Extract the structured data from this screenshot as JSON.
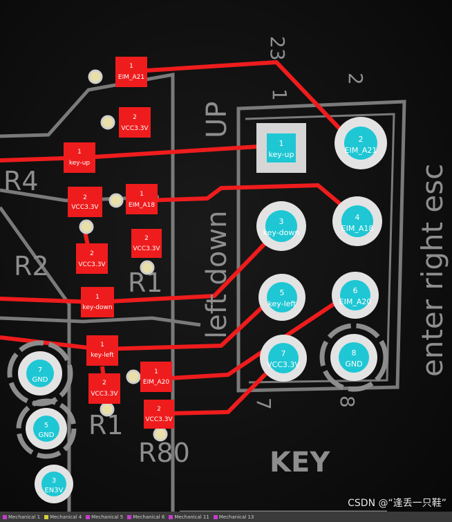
{
  "silk": {
    "r4": "R4",
    "r2": "R2",
    "r1a": "R1",
    "r1b": "R1",
    "r80": "R80",
    "up": "UP",
    "left_down": "left down",
    "enter_right_esc": "enter right esc",
    "key": "KEY",
    "pin1": "1",
    "pin2": "2",
    "pin7": "7",
    "pin8": "8",
    "top_num": "23"
  },
  "smd_pads": [
    {
      "num": "1",
      "net": "EIM_A21"
    },
    {
      "num": "2",
      "net": "VCC3.3V"
    },
    {
      "num": "1",
      "net": "key-up"
    },
    {
      "num": "2",
      "net": "VCC3.3V"
    },
    {
      "num": "1",
      "net": "EIM_A18"
    },
    {
      "num": "2",
      "net": "VCC3.3V"
    },
    {
      "num": "2",
      "net": "VCC3.3V"
    },
    {
      "num": "1",
      "net": "key-down"
    },
    {
      "num": "1",
      "net": "key-left"
    },
    {
      "num": "2",
      "net": "VCC3.3V"
    },
    {
      "num": "1",
      "net": "EIM_A20"
    },
    {
      "num": "2",
      "net": "VCC3.3V"
    }
  ],
  "header_pads": [
    {
      "num": "1",
      "net": "key-up"
    },
    {
      "num": "2",
      "net": "EIM_A21"
    },
    {
      "num": "3",
      "net": "key-down"
    },
    {
      "num": "4",
      "net": "EIM_A18"
    },
    {
      "num": "5",
      "net": "key-left"
    },
    {
      "num": "6",
      "net": "EIM_A20"
    },
    {
      "num": "7",
      "net": "VCC3.3V"
    },
    {
      "num": "8",
      "net": "GND"
    }
  ],
  "left_pads": [
    {
      "num": "7",
      "net": "GND"
    },
    {
      "num": "5",
      "net": "GND"
    },
    {
      "num": "3",
      "net": "EN3V"
    }
  ],
  "watermark": "CSDN @“逢丢一只鞋”",
  "layer_tabs": [
    "Mechanical 1",
    "Mechanical 4",
    "Mechanical 5",
    "Mechanical 6",
    "Mechanical 11",
    "Mechanical 13"
  ],
  "colors": {
    "trace": "#ee1c1c",
    "silk": "#8a8a8a",
    "pad_cyan": "#1fc7d4",
    "pad_ring": "#e6e6e6",
    "pad_square": "#d0d0d0"
  }
}
